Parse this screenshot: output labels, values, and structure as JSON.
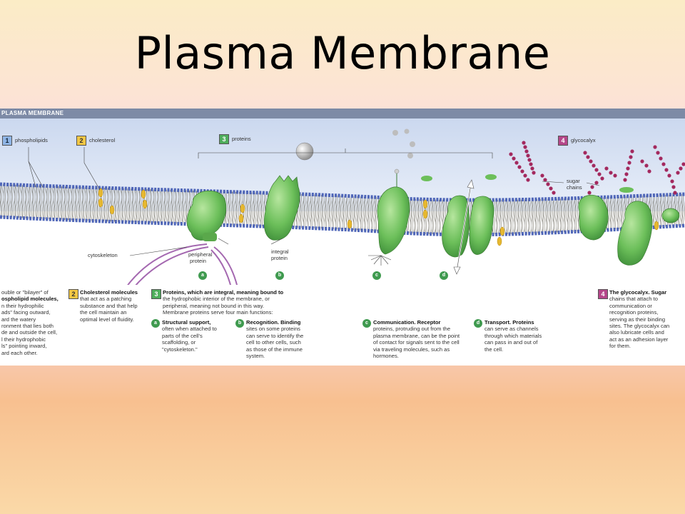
{
  "title": "Plasma Membrane",
  "figure": {
    "header": "PLASMA MEMBRANE",
    "callouts": {
      "n1": "1",
      "phospholipids": "phospholipids",
      "n2": "2",
      "cholesterol": "cholesterol",
      "n3": "3",
      "proteins": "proteins",
      "n4": "4",
      "glycocalyx": "glycocalyx",
      "sugar_chains_1": "sugar",
      "sugar_chains_2": "chains",
      "cytoskeleton": "cytoskeleton",
      "peripheral_1": "peripheral",
      "peripheral_2": "protein",
      "integral_1": "integral",
      "integral_2": "protein",
      "a": "a",
      "b": "b",
      "c": "c",
      "d": "d"
    },
    "captions": {
      "phospholipids_lines": [
        "ouble or \"bilayer\" of",
        "ospholipid molecules,",
        "n their hydrophilic",
        "ads\" facing outward,",
        "ard the watery",
        "ronment that lies both",
        "de and outside the cell,",
        "l their hydrophobic",
        "ls\" pointing inward,",
        "ard each other."
      ],
      "cholesterol_lines": [
        "Cholesterol molecules",
        "that act as a patching",
        "substance and that help",
        "the cell maintain an",
        "optimal level of fluidity."
      ],
      "proteins_lines": [
        "Proteins, which are integral, meaning bound to",
        "the hydrophobic interior of the membrane, or",
        "peripheral, meaning not bound in this way.",
        "Membrane proteins serve four main functions:"
      ],
      "structural_lines": [
        "Structural support,",
        "often when attached to",
        "parts of the cell's",
        "scaffolding, or",
        "\"cytoskeleton.\""
      ],
      "recognition_lines": [
        "Recognition. Binding",
        "sites on some proteins",
        "can serve to identify the",
        "cell to other cells, such",
        "as those of the immune",
        "system."
      ],
      "communication_lines": [
        "Communication. Receptor",
        "proteins, protruding out from the",
        "plasma membrane, can be the point",
        "of contact for signals sent to the cell",
        "via traveling molecules, such as",
        "hormones."
      ],
      "transport_lines": [
        "Transport. Proteins",
        "can serve as channels",
        "through which materials",
        "can pass in and out of",
        "the cell."
      ],
      "glycocalyx_lines": [
        "The glycocalyx. Sugar",
        "chains that attach to",
        "communication or",
        "recognition proteins,",
        "serving as their binding",
        "sites. The glycocalyx can",
        "also lubricate cells and",
        "act as an adhesion layer",
        "for them."
      ]
    }
  },
  "colors": {
    "protein_green": "#6cbf5a",
    "header_bar": "#7d8aa6",
    "lipid_head": "#4f66b8",
    "cholesterol": "#e6b830",
    "glycocalyx": "#a3295e"
  }
}
